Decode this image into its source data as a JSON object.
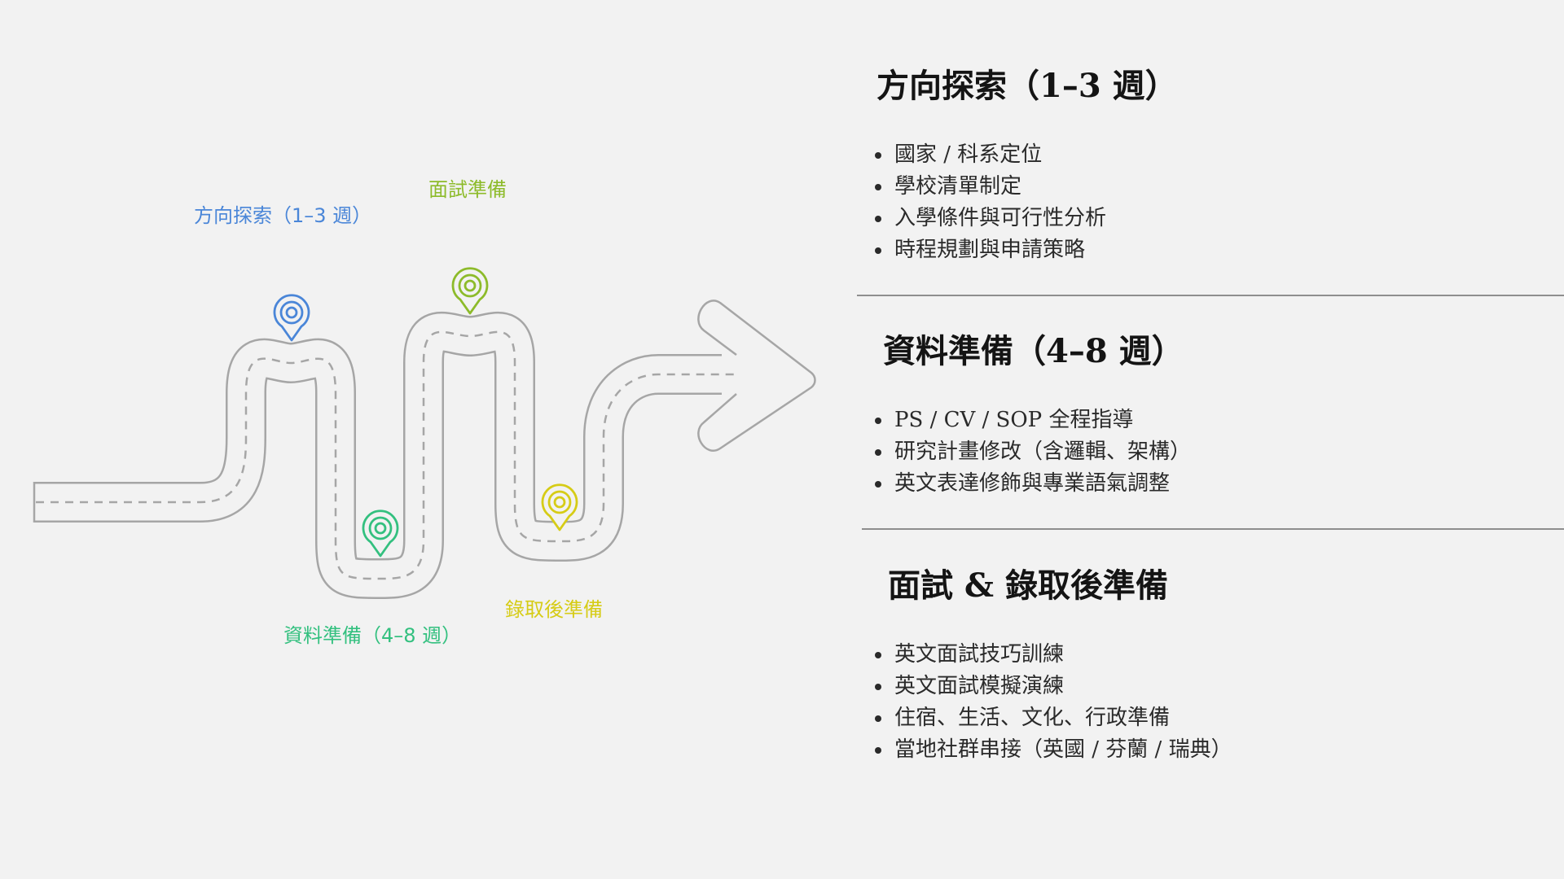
{
  "colors": {
    "background": "#f2f2f2",
    "road": "#a6a6a6",
    "stage1": "#4a86d8",
    "stage2": "#8dbb2a",
    "stage3": "#33c07f",
    "stage4": "#d6cc16"
  },
  "roadmap": {
    "stages": [
      {
        "label": "方向探索（1–3 週）",
        "color": "#4a86d8"
      },
      {
        "label": "面試準備",
        "color": "#8dbb2a"
      },
      {
        "label": "資料準備（4–8 週）",
        "color": "#33c07f"
      },
      {
        "label": "錄取後準備",
        "color": "#d6cc16"
      }
    ]
  },
  "sections": [
    {
      "title": "方向探索（1–3 週）",
      "items": [
        "國家 / 科系定位",
        "學校清單制定",
        "入學條件與可行性分析",
        "時程規劃與申請策略"
      ]
    },
    {
      "title": "資料準備（4–8 週）",
      "items": [
        "PS / CV / SOP 全程指導",
        "研究計畫修改（含邏輯、架構）",
        "英文表達修飾與專業語氣調整"
      ]
    },
    {
      "title": "面試 & 錄取後準備",
      "items": [
        "英文面試技巧訓練",
        "英文面試模擬演練",
        "住宿、生活、文化、行政準備",
        "當地社群串接（英國 / 芬蘭 / 瑞典）"
      ]
    }
  ]
}
